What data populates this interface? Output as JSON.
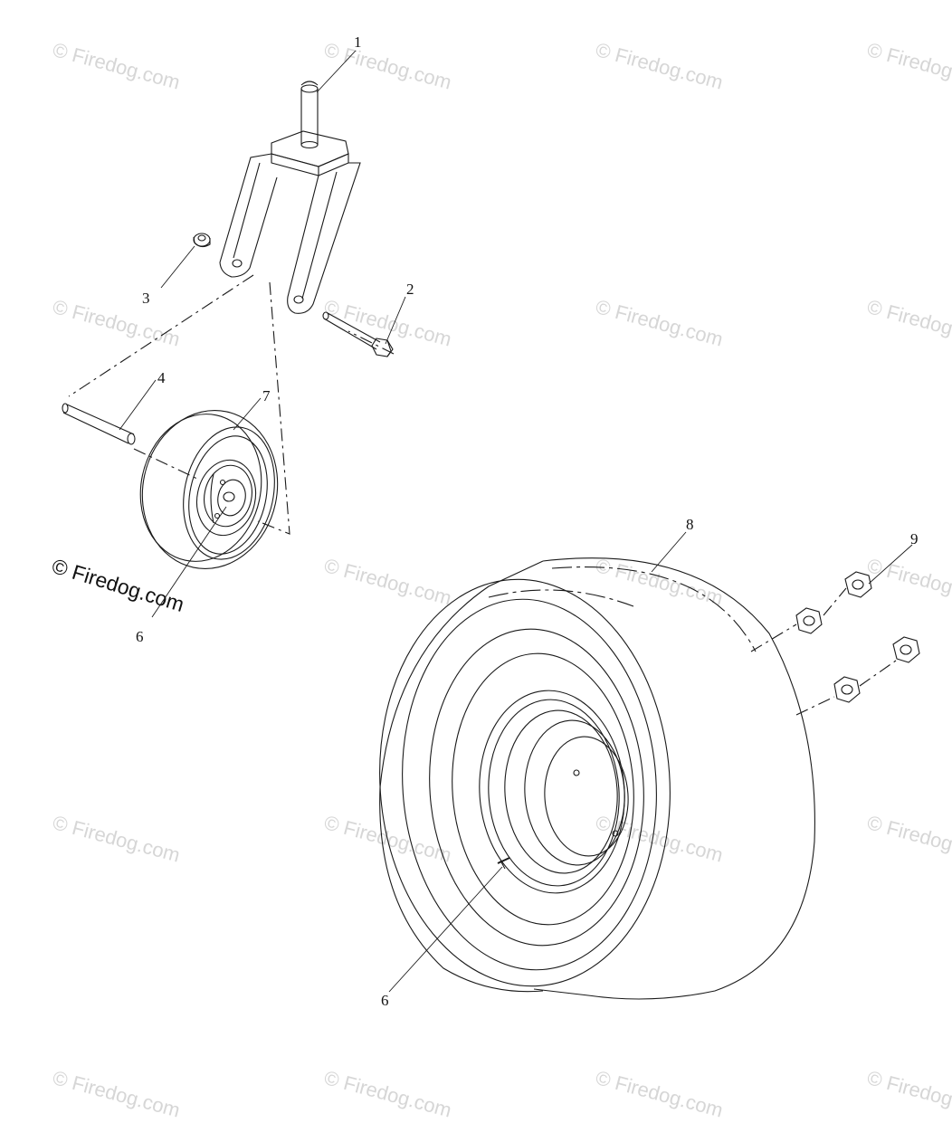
{
  "watermark": {
    "text": "© Firedog.com",
    "color": "#d6d6d6",
    "strong_color": "#111111"
  },
  "callouts": [
    {
      "id": "c1",
      "label": "1"
    },
    {
      "id": "c2",
      "label": "2"
    },
    {
      "id": "c3",
      "label": "3"
    },
    {
      "id": "c4",
      "label": "4"
    },
    {
      "id": "c6a",
      "label": "6"
    },
    {
      "id": "c6b",
      "label": "6"
    },
    {
      "id": "c7",
      "label": "7"
    },
    {
      "id": "c8",
      "label": "8"
    },
    {
      "id": "c9",
      "label": "9"
    }
  ],
  "parts": {
    "p1": "spindle-pin",
    "p2": "bolt",
    "p3": "nut",
    "p4": "spacer-tube",
    "p6": "valve-stem",
    "p7": "caster-wheel",
    "p8": "drive-wheel",
    "p9": "lug-nut"
  },
  "line_color": "#1a1a1a"
}
